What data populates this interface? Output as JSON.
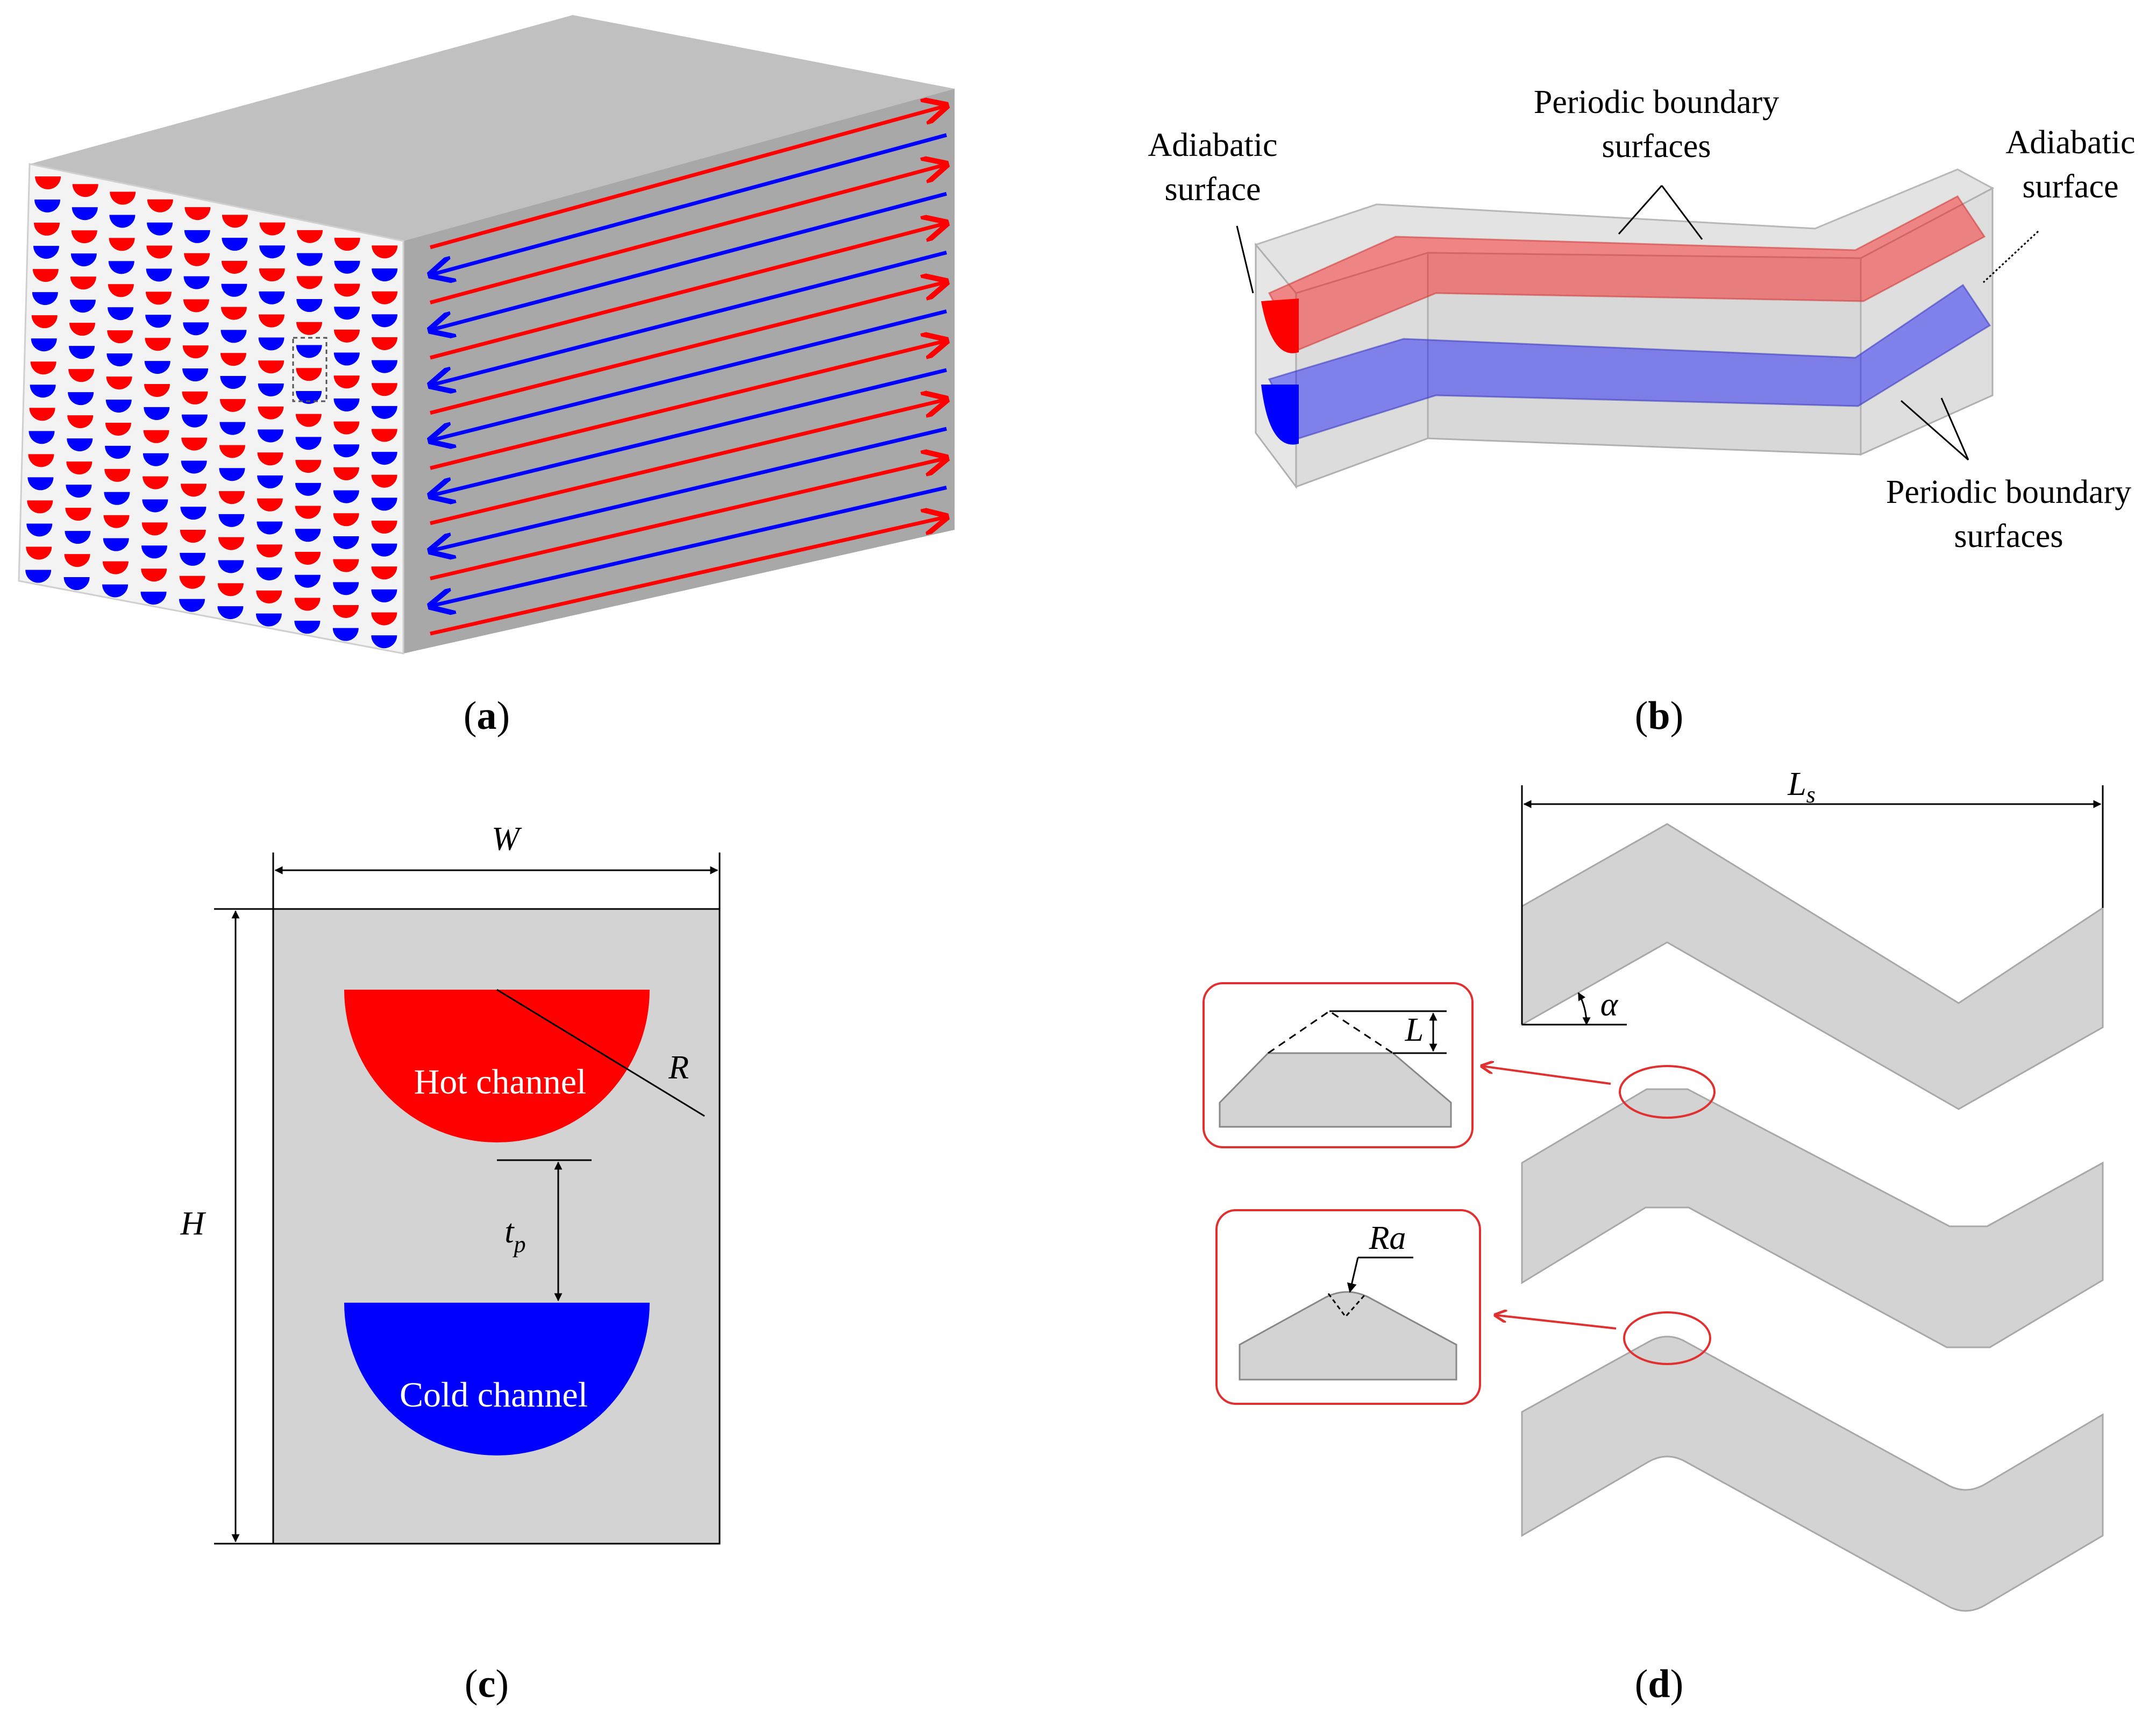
{
  "panels": {
    "a": {
      "caption_open": "(",
      "caption_letter": "a",
      "caption_close": ")"
    },
    "b": {
      "caption_open": "(",
      "caption_letter": "b",
      "caption_close": ")",
      "adiabatic_left_l1": "Adiabatic",
      "adiabatic_left_l2": "surface",
      "adiabatic_right_l1": "Adiabatic",
      "adiabatic_right_l2": "surface",
      "periodic_top_l1": "Periodic boundary",
      "periodic_top_l2": "surfaces",
      "periodic_bottom_l1": "Periodic boundary",
      "periodic_bottom_l2": "surfaces"
    },
    "c": {
      "caption_open": "(",
      "caption_letter": "c",
      "caption_close": ")",
      "width_symbol": "W",
      "height_symbol": "H",
      "radius_symbol": "R",
      "plate_symbol": "t",
      "plate_subscript": "p",
      "hot_channel_label": "Hot channel",
      "cold_channel_label": "Cold channel"
    },
    "d": {
      "caption_open": "(",
      "caption_letter": "d",
      "caption_close": ")",
      "length_symbol": "L",
      "length_subscript": "s",
      "angle_symbol": "α",
      "chamfer_symbol": "L",
      "round_symbol": "Ra"
    }
  },
  "colors": {
    "hot": "#ff0000",
    "cold": "#0000ff",
    "solid": "#d3d3d3",
    "block_top": "#c0c0c0",
    "block_side": "#a6a6a6",
    "block_front": "#f2f2f2",
    "callout": "#e03030"
  }
}
